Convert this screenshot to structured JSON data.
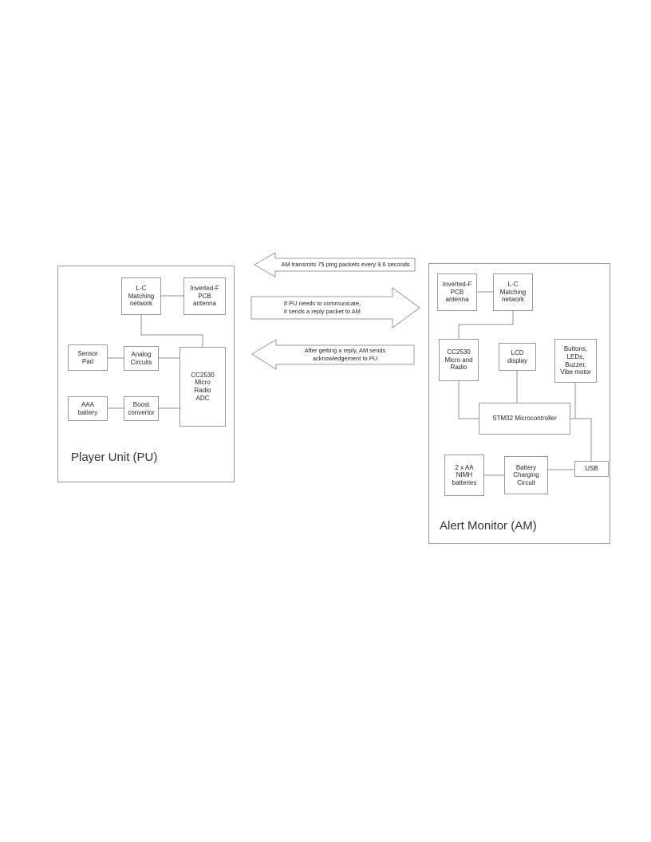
{
  "diagram": {
    "player_unit": {
      "title": "Player Unit (PU)",
      "lc_network": "L-C\nMatching\nnetwork",
      "antenna": "Inverted-F\nPCB\nantenna",
      "sensor_pad": "Sensor\nPad",
      "analog_circuits": "Analog\nCircuits",
      "aaa_battery": "AAA\nbattery",
      "boost_convertor": "Boost\nconvertor",
      "cc2530": "CC2530\nMicro\nRadio\nADC"
    },
    "alert_monitor": {
      "title": "Alert Monitor (AM)",
      "antenna": "Inverted-F\nPCB\nantenna",
      "lc_network": "L-C\nMatching\nnetwork",
      "cc2530": "CC2530\nMicro and\nRadio",
      "lcd": "LCD\ndisplay",
      "peripherals": "Buttons,\nLEDs,\nBuzzer,\nVibe motor",
      "stm32": "STM32 Microcontroller",
      "batteries": "2 x AA\nNIMH\nbatteries",
      "charging": "Battery\nCharging\nCircuit",
      "usb": "USB"
    },
    "messages": {
      "ping": "AM transmits 75 ping packets every 9.6 seconds",
      "reply": "If PU needs to communicate,\nit sends a reply packet to AM",
      "ack": "After getting a reply, AM sends\nacknowledgement to PU"
    },
    "colors": {
      "box_border": "#9a9a9a",
      "line": "#8f8f8f",
      "text": "#262626"
    }
  }
}
